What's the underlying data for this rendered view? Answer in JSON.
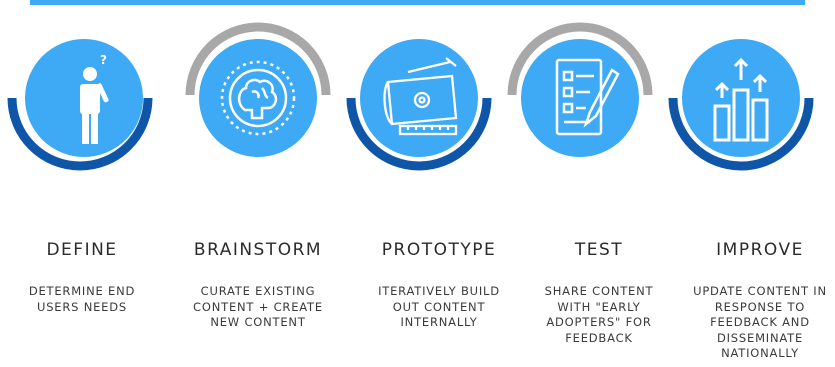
{
  "colors": {
    "circle": "#3ea9f5",
    "arc_dark": "#0f56a8",
    "arc_gray": "#a8a8a8",
    "top_bar": "#3ea9f5"
  },
  "steps": [
    {
      "title": "DEFINE",
      "description": "DETERMINE END\nUSERS NEEDS",
      "icon": "person-thinking-icon"
    },
    {
      "title": "BRAINSTORM",
      "description": "CURATE EXISTING\nCONTENT + CREATE\nNEW CONTENT",
      "icon": "brain-gear-icon"
    },
    {
      "title": "PROTOTYPE",
      "description": "ITERATIVELY BUILD\nOUT CONTENT\nINTERNALLY",
      "icon": "blueprint-icon"
    },
    {
      "title": "TEST",
      "description": "SHARE CONTENT\nWITH \"EARLY\nADOPTERS\" FOR\nFEEDBACK",
      "icon": "checklist-pencil-icon"
    },
    {
      "title": "IMPROVE",
      "description": "UPDATE CONTENT IN\nRESPONSE TO\nFEEDBACK AND\nDISSEMINATE\nNATIONALLY",
      "icon": "growth-chart-icon"
    }
  ]
}
